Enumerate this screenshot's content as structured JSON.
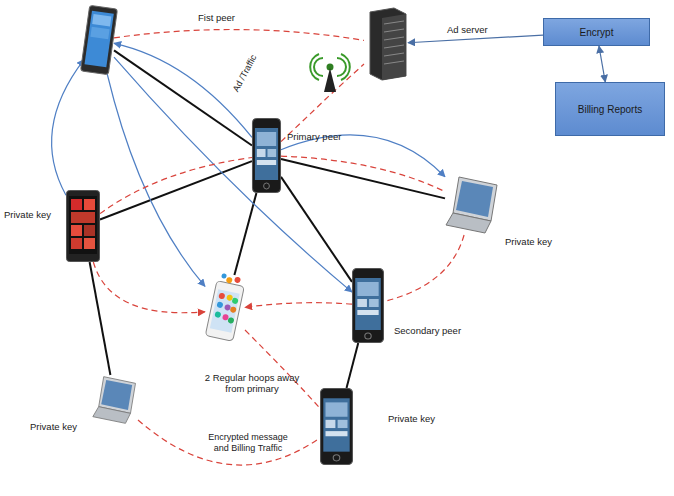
{
  "diagram": {
    "nodes": [
      {
        "text": [
          "Fist peer"
        ]
      },
      {
        "text": [
          "Ad server"
        ]
      },
      {
        "text": [
          "Encrypt"
        ]
      },
      {
        "text": [
          "Billing Reports"
        ]
      },
      {
        "text": [
          "Primary peer"
        ]
      },
      {
        "text": [
          "Private key"
        ]
      },
      {
        "text": [
          "Private key"
        ]
      },
      {
        "text": [
          "2 Regular hoops away from primary"
        ]
      },
      {
        "text": [
          "Secondary peer"
        ]
      },
      {
        "text": [
          "Private key"
        ]
      },
      {
        "text": [
          "Private key"
        ]
      }
    ],
    "edges": [
      {
        "from": 4,
        "to": 0,
        "arrow": "none"
      },
      {
        "from": 4,
        "to": 5,
        "arrow": "none"
      },
      {
        "from": 4,
        "to": 6,
        "arrow": "none"
      },
      {
        "from": 4,
        "to": 7,
        "arrow": "none"
      },
      {
        "from": 4,
        "to": 8,
        "arrow": "none"
      },
      {
        "from": 8,
        "to": 10,
        "arrow": "none"
      },
      {
        "from": 5,
        "to": 9,
        "arrow": "none"
      },
      {
        "from": 2,
        "to": 1,
        "arrow": "to"
      },
      {
        "from": 2,
        "to": 3,
        "arrow": "both"
      },
      {
        "from": 5,
        "to": 0,
        "arrow": "to"
      },
      {
        "from": 4,
        "to": 0,
        "arrow": "to"
      },
      {
        "from": 4,
        "to": 6,
        "arrow": "to"
      },
      {
        "from": 0,
        "to": 8,
        "arrow": "to"
      },
      {
        "from": 0,
        "to": 7,
        "arrow": "to"
      },
      {
        "from": 0,
        "to": 1,
        "arrow": "none"
      },
      {
        "from": 4,
        "to": 1,
        "arrow": "none"
      },
      {
        "from": 5,
        "to": 4,
        "arrow": "none"
      },
      {
        "from": 4,
        "to": 6,
        "arrow": "none"
      },
      {
        "from": 6,
        "to": 8,
        "arrow": "none"
      },
      {
        "from": 8,
        "to": 7,
        "arrow": "to"
      },
      {
        "from": 7,
        "to": 10,
        "arrow": "none"
      },
      {
        "from": 9,
        "to": 10,
        "label": "Encrypted message and Billing Traffic",
        "arrow": "none"
      },
      {
        "from": 5,
        "to": 7,
        "arrow": "to"
      }
    ],
    "labels": [
      "Ad /Traffic"
    ]
  }
}
